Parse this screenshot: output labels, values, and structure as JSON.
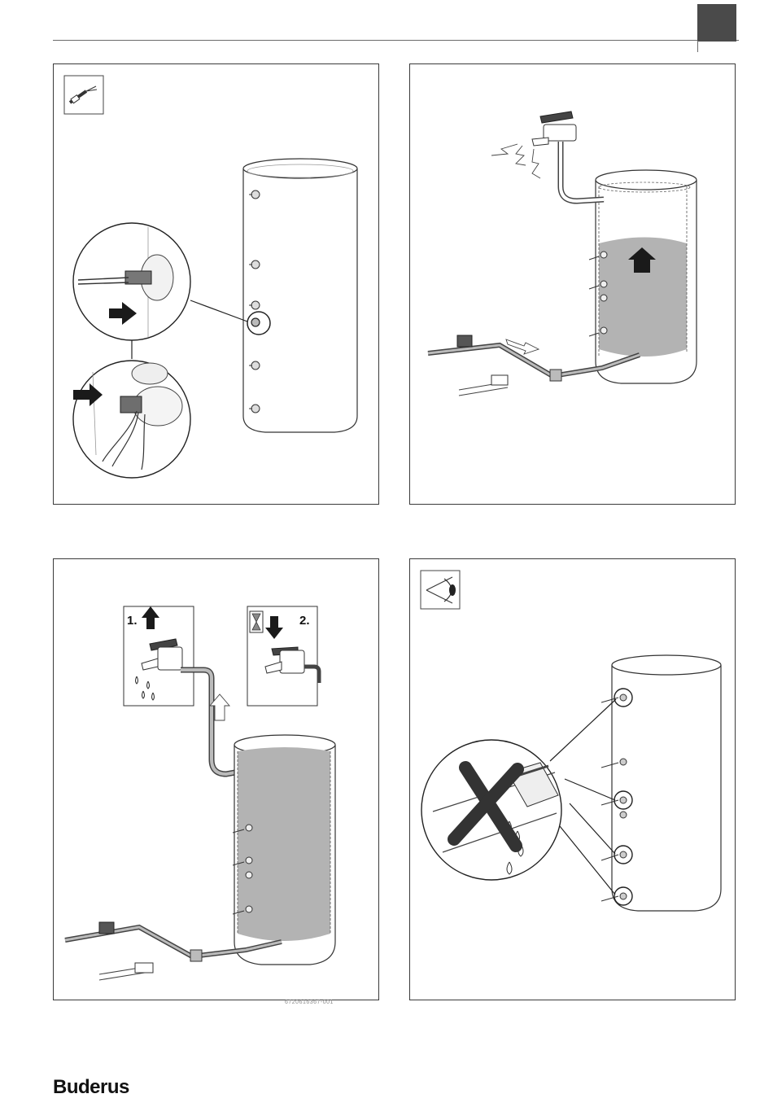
{
  "header": {
    "tab_color": "#4a4a4a"
  },
  "panels": [
    {
      "id": "panel-1",
      "icon": "sensor-cable-icon",
      "subject": "insert-sensor-into-storage-tank"
    },
    {
      "id": "panel-2",
      "icon": "faucet-icon",
      "subject": "fill-storage-tank"
    },
    {
      "id": "panel-3",
      "steps": [
        {
          "number": "1.",
          "icon": "open-tap-arrow-up-icon"
        },
        {
          "number": "2.",
          "icon": "hourglass-close-tap-icon"
        }
      ]
    },
    {
      "id": "panel-4",
      "icon": "visual-inspection-eye-icon",
      "subject": "check-connections-for-leaks"
    }
  ],
  "figure_code": "6720616367-001",
  "brand": {
    "name": "Buderus"
  },
  "colors": {
    "water_fill": "#b3b3b3",
    "dark_gray": "#4a4a4a"
  }
}
